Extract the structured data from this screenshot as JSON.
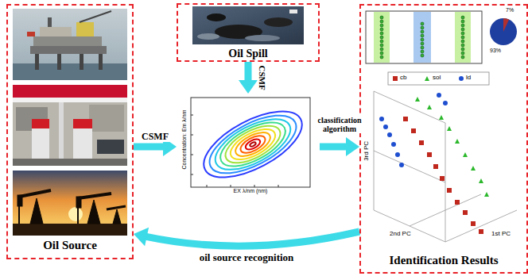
{
  "diagram": {
    "nodes": [
      {
        "text": [
          "Oil Source"
        ]
      },
      {
        "text": [
          "Oil Spill"
        ]
      },
      {
        "text": [
          "Concentration: Em λ/nm",
          "EX λ/nm (nm)"
        ]
      },
      {
        "text": [
          "Identification Results"
        ]
      }
    ],
    "edges": [
      {
        "from": 0,
        "to": 2,
        "label": "CSMF",
        "arrow": "to"
      },
      {
        "from": 1,
        "to": 2,
        "label": "CSMF",
        "arrow": "to"
      },
      {
        "from": 2,
        "to": 3,
        "label": "classification algorithm",
        "arrow": "to"
      },
      {
        "from": 3,
        "to": 0,
        "label": "oil source recognition",
        "arrow": "to"
      }
    ],
    "labels": [
      "7%",
      "93%",
      "1st PC",
      "2nd PC",
      "3rd PC"
    ],
    "legend": [
      {
        "text": "cb"
      },
      {
        "text": "sol"
      },
      {
        "text": "ld"
      }
    ]
  }
}
